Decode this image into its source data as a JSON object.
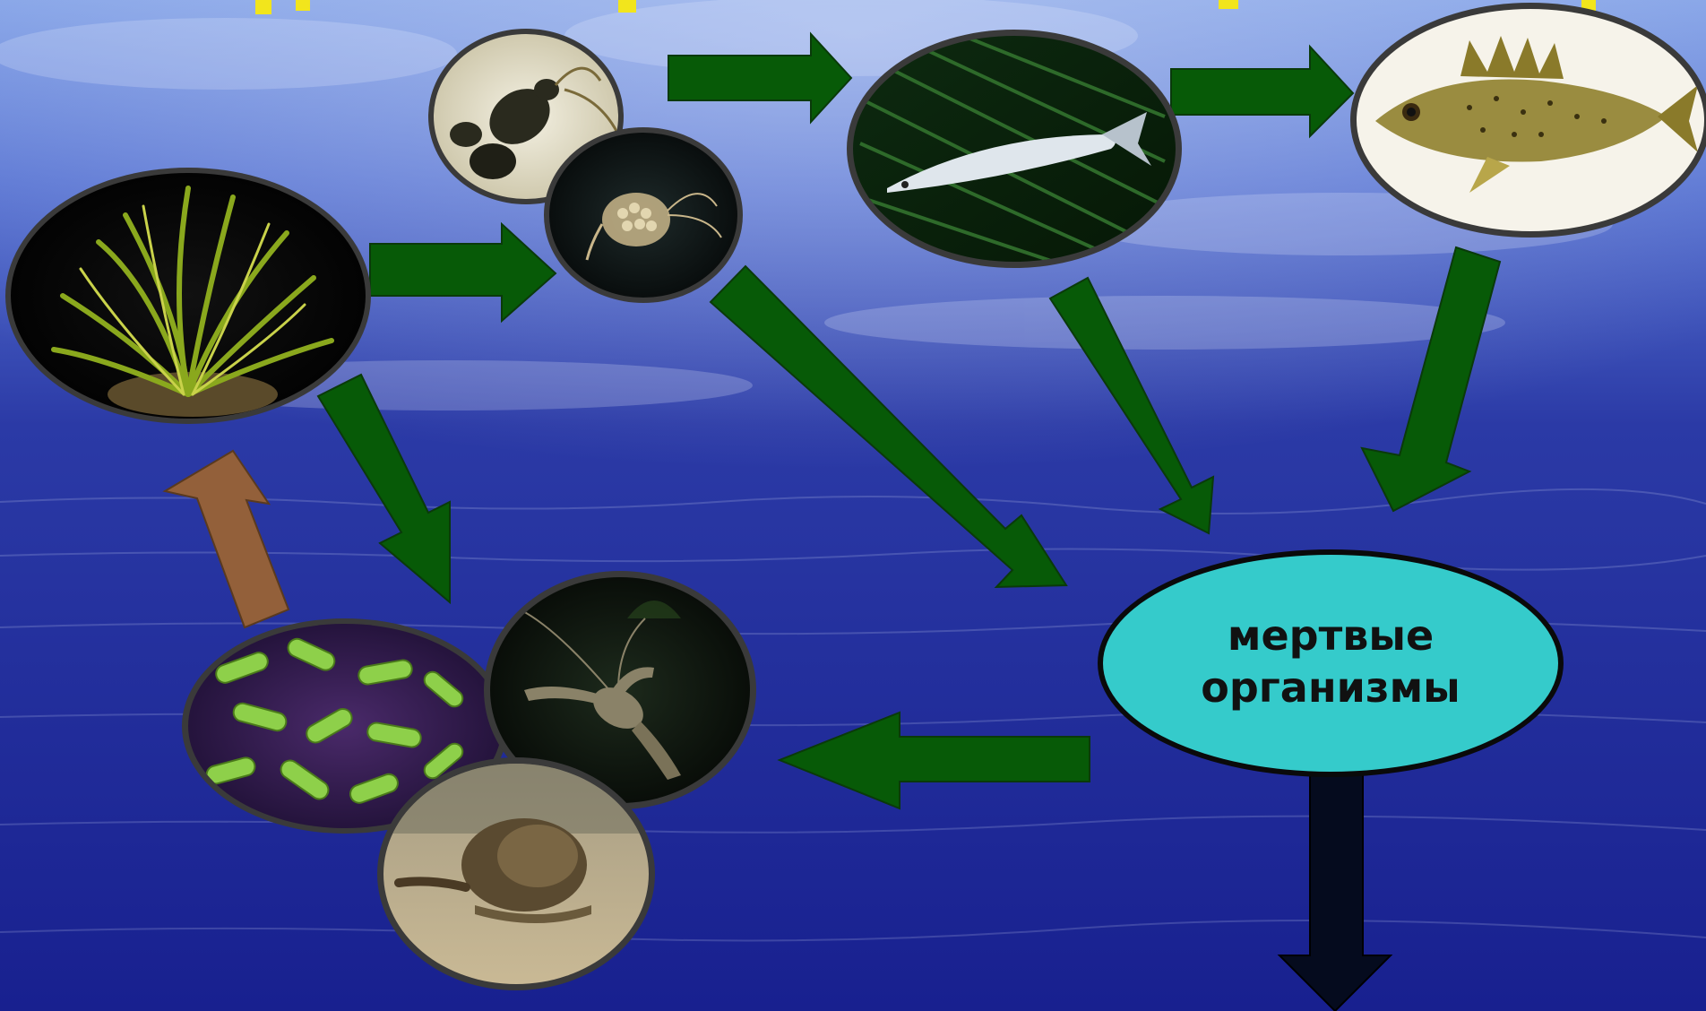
{
  "dead_node": {
    "line1": "мертвые",
    "line2": "организмы"
  },
  "colors": {
    "water_dark": "#141a86",
    "water_light": "#6a8fe0",
    "arrow_green": "#075a07",
    "arrow_brown": "#93603a",
    "arrow_black": "#050b1e",
    "dead_fill": "#35cbcb",
    "ring": "#3a3a3a",
    "title_yellow": "#f2e51c"
  },
  "nodes": [
    {
      "id": "aquatic-plant",
      "icon": "plant-icon"
    },
    {
      "id": "daphnia",
      "icon": "daphnia-icon"
    },
    {
      "id": "cyclops",
      "icon": "cyclops-icon"
    },
    {
      "id": "small-fish",
      "icon": "small-fish-icon"
    },
    {
      "id": "ruffe",
      "icon": "ruffe-fish-icon"
    },
    {
      "id": "bacteria",
      "icon": "bacteria-icon"
    },
    {
      "id": "crayfish",
      "icon": "crayfish-icon"
    },
    {
      "id": "snail",
      "icon": "snail-icon"
    }
  ]
}
